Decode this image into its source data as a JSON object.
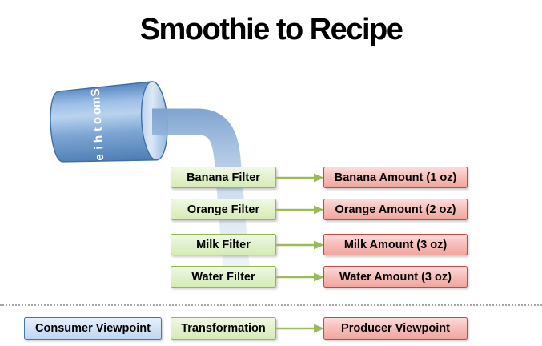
{
  "slide": {
    "title": "Smoothie to Recipe"
  },
  "pitcher": {
    "label": "Smoothie"
  },
  "rows": [
    {
      "filter": "Banana Filter",
      "amount": "Banana Amount (1 oz)"
    },
    {
      "filter": "Orange Filter",
      "amount": "Orange Amount (2 oz)"
    },
    {
      "filter": "Milk Filter",
      "amount": "Milk Amount (3 oz)"
    },
    {
      "filter": "Water Filter",
      "amount": "Water Amount (3 oz)"
    }
  ],
  "legend": {
    "consumer": "Consumer Viewpoint",
    "transformation": "Transformation",
    "producer": "Producer Viewpoint"
  },
  "colors": {
    "filter_green_border": "#93b650",
    "amount_red_border": "#bd4a46",
    "consumer_blue_border": "#4377ac",
    "arrow_green": "#9cba59",
    "pitcher_blue": "#4f81bd",
    "stream_blue": "#7ba1ce"
  }
}
